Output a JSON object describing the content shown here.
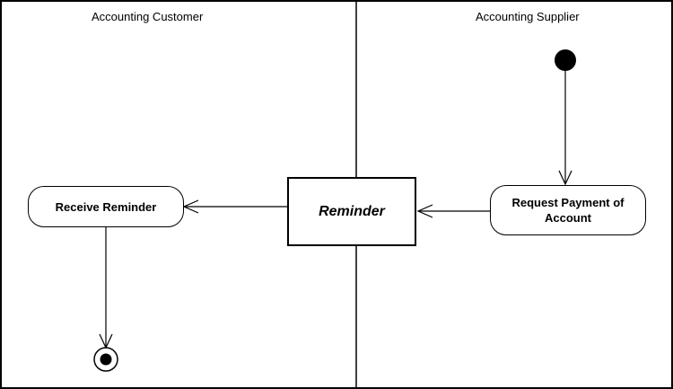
{
  "swimlanes": [
    {
      "title": "Accounting Customer"
    },
    {
      "title": "Accounting Supplier"
    }
  ],
  "nodes": {
    "receive_reminder": "Receive Reminder",
    "reminder": "Reminder",
    "request_payment": "Request Payment of Account"
  },
  "edges": [
    {
      "from": "initial-node",
      "to": "request_payment"
    },
    {
      "from": "request_payment",
      "to": "reminder"
    },
    {
      "from": "reminder",
      "to": "receive_reminder"
    },
    {
      "from": "receive_reminder",
      "to": "final-node"
    }
  ]
}
